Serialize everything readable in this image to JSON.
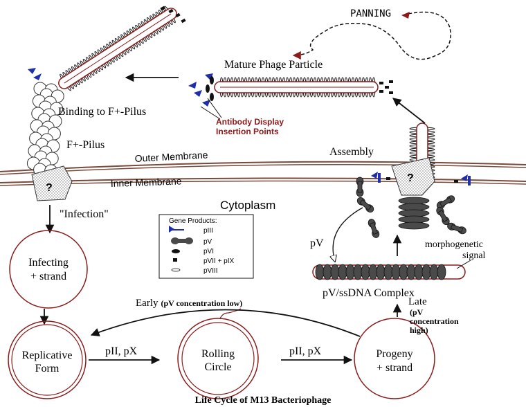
{
  "labels": {
    "panning": "PANNING",
    "mature_phage": "Mature Phage Particle",
    "antibody_display_1": "Antibody Display",
    "antibody_display_2": "Insertion Points",
    "binding": "Binding to F+-Pilus",
    "f_pilus": "F+-Pilus",
    "outer_membrane": "Outer Membrane",
    "inner_membrane": "Inner Membrane",
    "cytoplasm": "Cytoplasm",
    "assembly": "Assembly",
    "infection": "\"Infection\"",
    "question_mark": "?",
    "infecting_1": "Infecting",
    "infecting_2": "+ strand",
    "pv_arrow": "pV",
    "morpho_1": "morphogenetic",
    "morpho_2": "signal",
    "pv_ssdna": "pV/ssDNA Complex",
    "late_1": "Late",
    "late_2": "(pV",
    "late_3": "concentration",
    "late_4": "high)",
    "early": "Early",
    "early_note": "(pV concentration low)",
    "replicative_1": "Replicative",
    "replicative_2": "Form",
    "rolling_1": "Rolling",
    "rolling_2": "Circle",
    "progeny_1": "Progeny",
    "progeny_2": "+ strand",
    "pii_px_1": "pII, pX",
    "pii_px_2": "pII, pX",
    "caption": "Life Cycle of M13 Bacteriophage"
  },
  "legend": {
    "title": "Gene Products:",
    "items": [
      {
        "label": "pIII",
        "icon": "piii-icon"
      },
      {
        "label": "pV",
        "icon": "pv-icon"
      },
      {
        "label": "pVI",
        "icon": "pvi-icon"
      },
      {
        "label": "pVII + pIX",
        "icon": "pvii-pix-icon"
      },
      {
        "label": "pVIII",
        "icon": "pviii-icon"
      }
    ]
  },
  "colors": {
    "outline": "#111111",
    "dna_red": "#8b1a1a",
    "membrane_brown": "#7a4a3a",
    "piii_blue": "#1f2fa8",
    "pv_gray": "#4a4a4a"
  }
}
